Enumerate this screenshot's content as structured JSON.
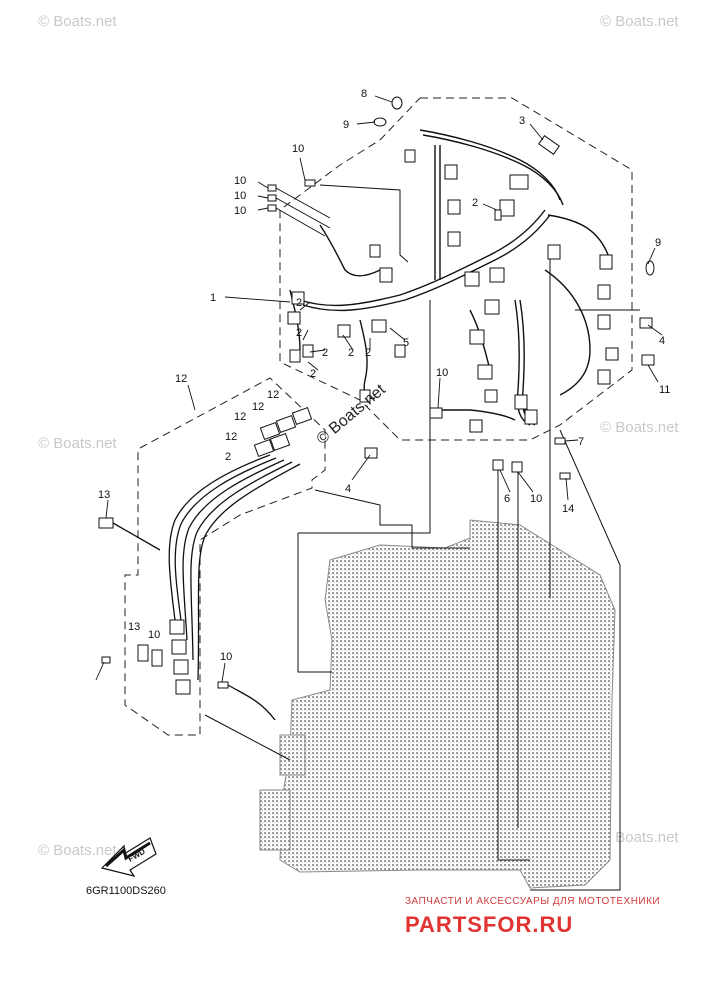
{
  "watermarks": {
    "site": "© Boats.net",
    "center": "© Boats.net"
  },
  "callouts": [
    {
      "id": "c8",
      "label": "8"
    },
    {
      "id": "c9a",
      "label": "9"
    },
    {
      "id": "c3",
      "label": "3"
    },
    {
      "id": "c10a",
      "label": "10"
    },
    {
      "id": "c10b",
      "label": "10"
    },
    {
      "id": "c10c",
      "label": "10"
    },
    {
      "id": "c10d",
      "label": "10"
    },
    {
      "id": "c2a",
      "label": "2"
    },
    {
      "id": "c9b",
      "label": "9"
    },
    {
      "id": "c1",
      "label": "1"
    },
    {
      "id": "c2b",
      "label": "2"
    },
    {
      "id": "c2c",
      "label": "2"
    },
    {
      "id": "c2d",
      "label": "2"
    },
    {
      "id": "c2e",
      "label": "2"
    },
    {
      "id": "c2f",
      "label": "2"
    },
    {
      "id": "c2g",
      "label": "2"
    },
    {
      "id": "c5",
      "label": "5"
    },
    {
      "id": "c4a",
      "label": "4"
    },
    {
      "id": "c11",
      "label": "11"
    },
    {
      "id": "c12a",
      "label": "12"
    },
    {
      "id": "c12b",
      "label": "12"
    },
    {
      "id": "c12c",
      "label": "12"
    },
    {
      "id": "c12d",
      "label": "12"
    },
    {
      "id": "c12e",
      "label": "12"
    },
    {
      "id": "c2h",
      "label": "2"
    },
    {
      "id": "c10e",
      "label": "10"
    },
    {
      "id": "c7",
      "label": "7"
    },
    {
      "id": "c4b",
      "label": "4"
    },
    {
      "id": "c6",
      "label": "6"
    },
    {
      "id": "c10f",
      "label": "10"
    },
    {
      "id": "c14",
      "label": "14"
    },
    {
      "id": "c13a",
      "label": "13"
    },
    {
      "id": "c13b",
      "label": "13"
    },
    {
      "id": "c10g",
      "label": "10"
    },
    {
      "id": "c10h",
      "label": "10"
    }
  ],
  "diagram_code": "6GR1100DS260",
  "direction_arrow": "FWD",
  "brand": {
    "tagline": "ЗАПЧАСТИ И АКСЕССУАРЫ ДЛЯ МОТОТЕХНИКИ",
    "name": "PARTSFOR.RU",
    "color": "#e23333"
  }
}
